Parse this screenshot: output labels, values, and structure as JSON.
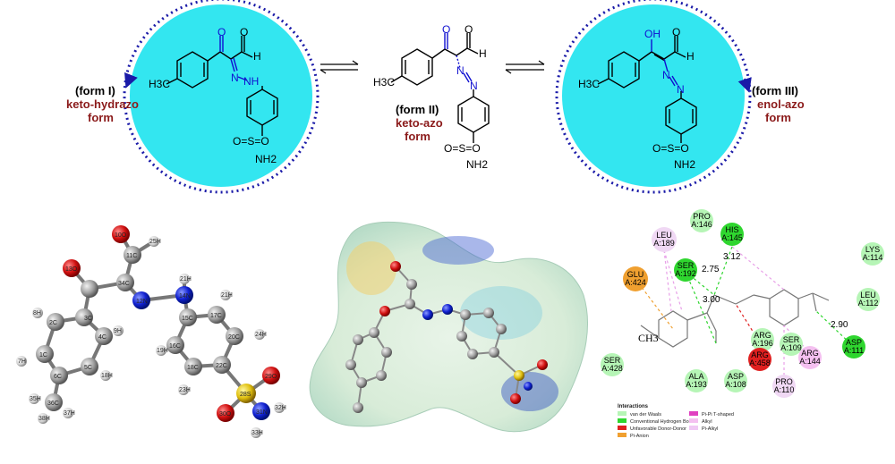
{
  "forms": [
    {
      "name": "(form I)",
      "line1": "keto-hydrazo",
      "line2": "form"
    },
    {
      "name": "(form II)",
      "line1": "keto-azo",
      "line2": "form"
    },
    {
      "name": "(form III)",
      "line1": "enol-azo",
      "line2": "form"
    }
  ],
  "atoms": {
    "O": "O",
    "H": "H",
    "N": "N",
    "NH": "NH",
    "OH": "OH",
    "CH3": "H3C",
    "SO2": "S",
    "NH2": "NH2"
  },
  "colors": {
    "cyan_circle": "#33e6f0",
    "blue_dots": "#1a1aa8",
    "form_label": "#8b1a1a",
    "highlight": "#1010d0"
  },
  "ball_labels": [
    "34C",
    "11C",
    "3C",
    "2C",
    "4C",
    "1C",
    "5C",
    "6C",
    "36C",
    "12N",
    "14N",
    "15C",
    "17C",
    "16C",
    "20C",
    "18C",
    "22C",
    "28S",
    "29O",
    "30O",
    "31N",
    "13O",
    "10O",
    "25H",
    "21H",
    "24H",
    "19H",
    "23H",
    "9H",
    "7H",
    "18H",
    "8H",
    "35H",
    "37H",
    "38H",
    "32H",
    "33H"
  ],
  "interactions": {
    "residues": [
      {
        "name": "PRO\nA:146",
        "type": "vdw"
      },
      {
        "name": "LEU\nA:189",
        "type": "pi-alkyl"
      },
      {
        "name": "HIS\nA:145",
        "type": "hbond"
      },
      {
        "name": "SER\nA:192",
        "type": "hbond"
      },
      {
        "name": "GLU\nA:424",
        "type": "anion"
      },
      {
        "name": "LYS\nA:114",
        "type": "vdw"
      },
      {
        "name": "LEU\nA:112",
        "type": "vdw"
      },
      {
        "name": "ARG\nA:196",
        "type": "vdw"
      },
      {
        "name": "ARG\nA:458",
        "type": "unfavorable"
      },
      {
        "name": "SER\nA:109",
        "type": "vdw"
      },
      {
        "name": "ARG\nA:144",
        "type": "alkyl"
      },
      {
        "name": "ASP\nA:111",
        "type": "hbond"
      },
      {
        "name": "SER\nA:428",
        "type": "vdw"
      },
      {
        "name": "ALA\nA:193",
        "type": "vdw"
      },
      {
        "name": "ASP\nA:108",
        "type": "vdw"
      },
      {
        "name": "PRO\nA:110",
        "type": "pi-alkyl"
      }
    ],
    "distances": [
      "2.75",
      "3.12",
      "3.00",
      "2.90"
    ],
    "ch3_label": "CH3",
    "legend_title": "Interactions",
    "legend": [
      {
        "label": "van der Waals",
        "color": "#b6f5b6"
      },
      {
        "label": "Conventional Hydrogen Bond",
        "color": "#2fd62f"
      },
      {
        "label": "Unfavorable Donor-Donor",
        "color": "#e02020"
      },
      {
        "label": "Pi-Anion",
        "color": "#f0a030"
      },
      {
        "label": "Pi-Pi T-shaped",
        "color": "#e040c0"
      },
      {
        "label": "Alkyl",
        "color": "#f4c0f0"
      },
      {
        "label": "Pi-Alkyl",
        "color": "#f0c8f4"
      }
    ]
  }
}
